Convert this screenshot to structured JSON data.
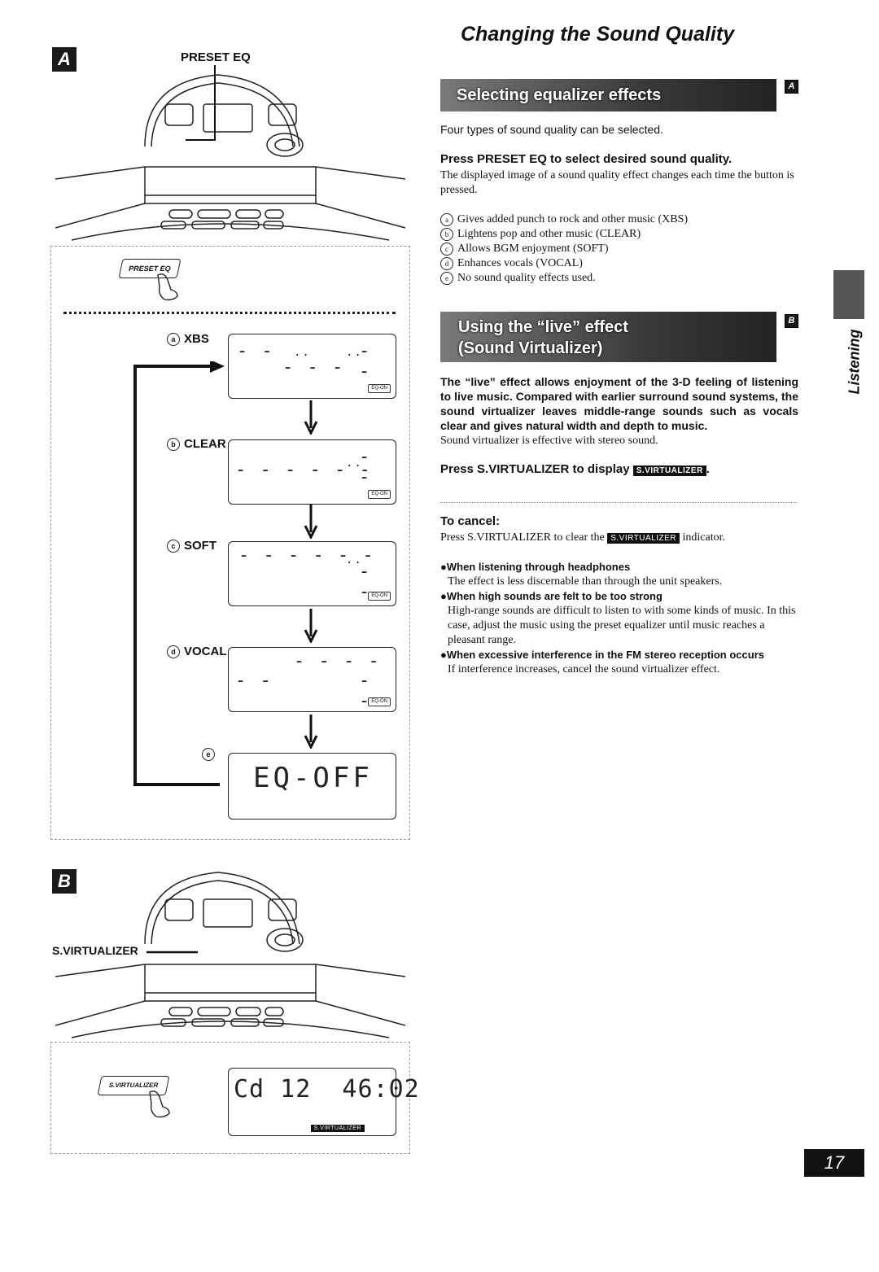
{
  "page": {
    "title": "Changing the Sound Quality",
    "number": "17",
    "side_tab": "Listening"
  },
  "figure_a": {
    "badge": "A",
    "preset_label": "PRESET EQ",
    "button_label": "PRESET EQ",
    "modes": [
      {
        "marker": "a",
        "name": "XBS",
        "tag": "EQ-ON"
      },
      {
        "marker": "b",
        "name": "CLEAR",
        "tag": "EQ-ON"
      },
      {
        "marker": "c",
        "name": "SOFT",
        "tag": "EQ-ON"
      },
      {
        "marker": "d",
        "name": "VOCAL",
        "tag": "EQ-ON"
      },
      {
        "marker": "e",
        "name": "",
        "display": "EQ-OFF"
      }
    ]
  },
  "figure_b": {
    "badge": "B",
    "button_caption": "S.VIRTUALIZER",
    "button_label": "S.VIRTUALIZER",
    "display_text": "Cd 12  46:02",
    "indicator": "S.VIRTUALIZER"
  },
  "section_a": {
    "banner": "Selecting equalizer effects",
    "badge": "A",
    "intro": "Four types of sound quality can be selected.",
    "step": "Press PRESET EQ to select desired sound quality.",
    "step_note": "The displayed image of a sound quality effect changes each time the button is pressed.",
    "items": [
      {
        "marker": "a",
        "text": "Gives added punch to rock and other music (XBS)"
      },
      {
        "marker": "b",
        "text": "Lightens pop and other music (CLEAR)"
      },
      {
        "marker": "c",
        "text": "Allows BGM enjoyment (SOFT)"
      },
      {
        "marker": "d",
        "text": "Enhances vocals (VOCAL)"
      },
      {
        "marker": "e",
        "text": "No sound quality effects used."
      }
    ]
  },
  "section_b": {
    "banner_line1": "Using the “live” effect",
    "banner_line2": "(Sound Virtualizer)",
    "badge": "B",
    "intro_bold": "The “live” effect allows enjoyment of the 3-D feeling of listening to live music. Compared with earlier surround sound systems, the sound virtualizer leaves middle-range sounds such as vocals clear and gives natural width and depth to music.",
    "intro_note": "Sound virtualizer is effective with stereo sound.",
    "step_prefix": "Press S.VIRTUALIZER to display",
    "step_indicator": "S.VIRTUALIZER",
    "step_suffix": ".",
    "cancel_heading": "To cancel:",
    "cancel_prefix": "Press S.VIRTUALIZER to clear the",
    "cancel_indicator": "S.VIRTUALIZER",
    "cancel_suffix": "indicator.",
    "notes": [
      {
        "heading": "●When listening through headphones",
        "body": "The effect is less discernable than through the unit speakers."
      },
      {
        "heading": "●When high sounds are felt to be too strong",
        "body": "High-range sounds are difficult to listen to with some kinds of music. In this case, adjust the music using the preset equalizer until music reaches a pleasant range."
      },
      {
        "heading": "●When excessive interference in the FM stereo reception occurs",
        "body": "If interference increases, cancel the sound virtualizer effect."
      }
    ]
  }
}
